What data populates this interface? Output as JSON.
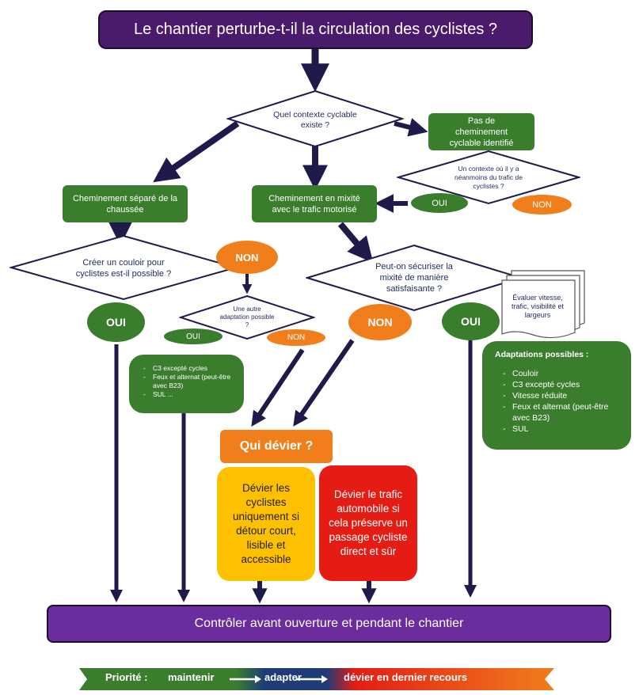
{
  "title": "Le chantier perturbe-t-il la circulation des cyclistes ?",
  "q_context": "Quel contexte cyclable existe ?",
  "no_path": "Pas de cheminement cyclable identifié",
  "q_traffic": "Un contexte où il y a néanmoins du trafic de cyclistes ?",
  "oui": "OUI",
  "non": "NON",
  "separated": "Cheminement séparé de la chaussée",
  "mixed": "Cheminement en mixité avec le trafic motorisé",
  "q_corridor": "Créer un couloir pour cyclistes est-il possible ?",
  "q_other": "Une autre adaptation possible ?",
  "q_secure": "Peut-on sécuriser la mixité de manière satisfaisante ?",
  "evaluate": "Évaluer vitesse, trafic, visibilité et largeurs",
  "small_list": [
    "C3 excepté cycles",
    "Feux et alternat (peut-être avec B23)",
    "SUL ..."
  ],
  "adaptations_title": "Adaptations possibles :",
  "adaptations": [
    "Couloir",
    "C3 excepté cycles",
    "Vitesse réduite",
    "Feux et alternat (peut-être avec B23)",
    "SUL"
  ],
  "who_divert": "Qui dévier ?",
  "divert_cyclists": "Dévier les cyclistes uniquement si détour court, lisible et accessible",
  "divert_traffic": "Dévier le trafic automobile si cela préserve un passage cycliste direct et sûr",
  "control": "Contrôler avant ouverture et pendant le chantier",
  "priority": {
    "label": "Priorité :",
    "maintain": "maintenir",
    "adapt": "adapter",
    "divert": "dévier en dernier recours"
  },
  "colors": {
    "purple": "#4a1a6b",
    "green": "#3a7d2c",
    "orange": "#f07e1b",
    "yellow": "#ffc000",
    "red": "#e41c14",
    "arrow": "#1e1b4b"
  }
}
